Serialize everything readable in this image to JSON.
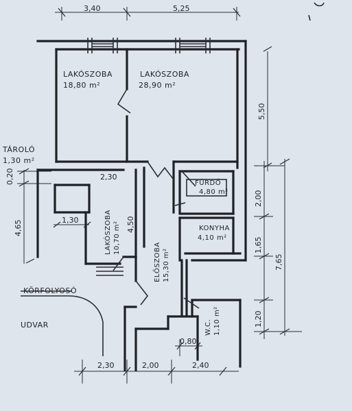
{
  "rooms": {
    "living1": {
      "name": "LAKÓSZOBA",
      "area": "18,80 m²"
    },
    "living2": {
      "name": "LAKÓSZOBA",
      "area": "28,90 m²"
    },
    "storage": {
      "name": "TÁROLÓ",
      "area": "1,30 m²"
    },
    "living3": {
      "name": "LAKÓSZOBA",
      "area": "10,70 m²"
    },
    "bathroom": {
      "name": "FÜRDŐ",
      "area": "4,80 m²"
    },
    "kitchen": {
      "name": "KONYHA",
      "area": "4,10 m²"
    },
    "hall": {
      "name": "ELŐSZOBA",
      "area": "15,30 m²"
    },
    "wc": {
      "name": "W.C.",
      "area": "1,10 m²"
    }
  },
  "areas": {
    "corridor": "KÖRFOLYOSÓ",
    "yard": "UDVAR"
  },
  "dimensions": {
    "top_left": "3,40",
    "top_right": "5,25",
    "right_upper": "5,50",
    "right_mid1": "2,00",
    "right_mid2": "1,65",
    "right_overall": "7,65",
    "right_bottom": "1,20",
    "left_small": "0,20",
    "left_height": "4,65",
    "storage_width": "1,30",
    "storage_depth": "2,30",
    "living3_depth": "4,50",
    "wc_width": "0,80",
    "bottom_left": "2,30",
    "bottom_mid": "2,00",
    "bottom_right": "2,40"
  },
  "colors": {
    "paper": "#dfe5ec",
    "ink": "#1e2126"
  }
}
